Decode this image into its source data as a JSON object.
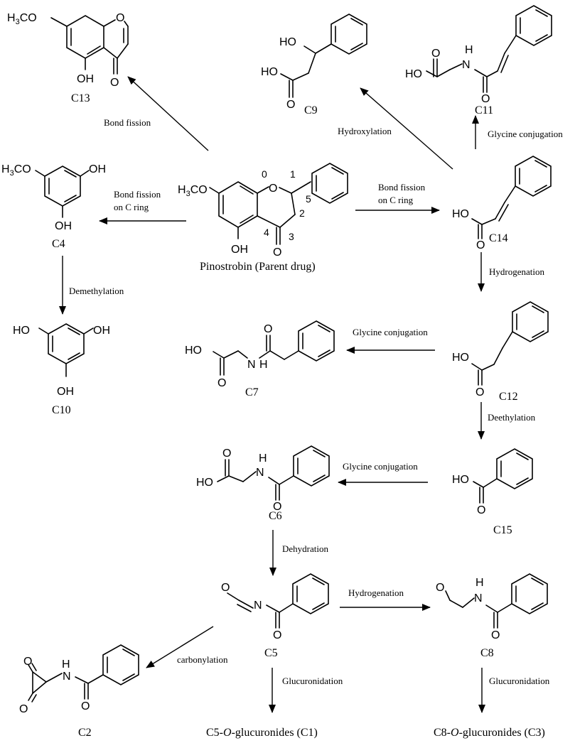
{
  "compounds": {
    "parent": "Pinostrobin (Parent drug)",
    "c13": "C13",
    "c9": "C9",
    "c11": "C11",
    "c4": "C4",
    "c14": "C14",
    "c10": "C10",
    "c7": "C7",
    "c12": "C12",
    "c6": "C6",
    "c15": "C15",
    "c5": "C5",
    "c8": "C8",
    "c2": "C2",
    "c1_prefix": "C5-",
    "c1_italic": "O",
    "c1_suffix": "-glucuronides (C1)",
    "c3_prefix": "C8-",
    "c3_italic": "O",
    "c3_suffix": "-glucuronides (C3)"
  },
  "reactions": {
    "bond_fission": "Bond fission",
    "bond_fission_c_ring_left_1": "Bond fission",
    "bond_fission_c_ring_left_2": "on C ring",
    "bond_fission_c_ring_right_1": "Bond fission",
    "bond_fission_c_ring_right_2": "on C ring",
    "hydroxylation": "Hydroxylation",
    "glycine_conj_c11": "Glycine conjugation",
    "demethylation": "Demethylation",
    "hydrogenation_c12": "Hydrogenation",
    "glycine_conj_c7": "Glycine conjugation",
    "deethylation": "Deethylation",
    "glycine_conj_c6": "Glycine conjugation",
    "dehydration": "Dehydration",
    "hydrogenation_c8": "Hydrogenation",
    "carbonylation": "carbonylation",
    "glucuronidation_c1": "Glucuronidation",
    "glucuronidation_c3": "Glucuronidation"
  },
  "atoms": {
    "h3c": "H",
    "three": "3",
    "co": "CO",
    "o": "O",
    "oh": "OH",
    "ho": "HO",
    "h": "H",
    "n": "N"
  },
  "ring_numbers": [
    "0",
    "1",
    "2",
    "3",
    "4",
    "5"
  ]
}
